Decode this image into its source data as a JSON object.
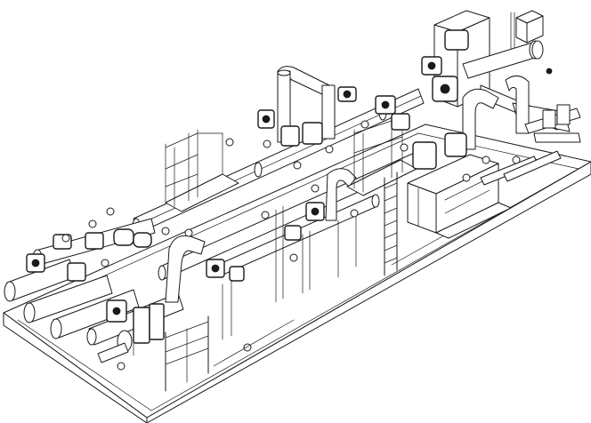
{
  "drawing": {
    "style": "isometric line drawing",
    "colors": {
      "line": "#1a1a1a",
      "background": "#ffffff"
    },
    "components": [
      "skid-base",
      "pipe",
      "valve",
      "actuator",
      "ladder",
      "railing",
      "platform",
      "enclosure",
      "flange",
      "gauge"
    ]
  }
}
